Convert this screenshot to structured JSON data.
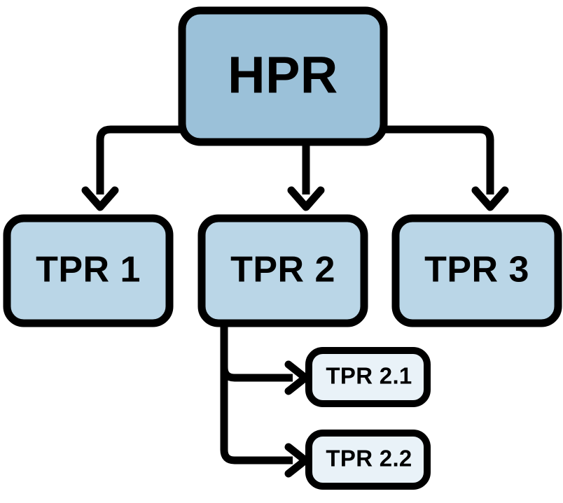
{
  "diagram": {
    "type": "hierarchy-tree",
    "orientation": "top-down",
    "background_color": "#ffffff",
    "stroke_color": "#000000",
    "colors": {
      "root_fill": "#9bc1d9",
      "tier1_fill": "#bad6e7",
      "tier2_fill": "#e9f2f8",
      "border": "#000000"
    },
    "nodes": {
      "root": {
        "id": "hpr",
        "label": "HPR",
        "fill": "#9bc1d9",
        "level": 0
      },
      "tier1": [
        {
          "id": "tpr-1",
          "label": "TPR 1",
          "fill": "#bad6e7",
          "level": 1
        },
        {
          "id": "tpr-2",
          "label": "TPR 2",
          "fill": "#bad6e7",
          "level": 1
        },
        {
          "id": "tpr-3",
          "label": "TPR 3",
          "fill": "#bad6e7",
          "level": 1
        }
      ],
      "tier2": [
        {
          "id": "tpr-2-1",
          "label": "TPR 2.1",
          "fill": "#e9f2f8",
          "level": 2,
          "parent": "tpr-2"
        },
        {
          "id": "tpr-2-2",
          "label": "TPR 2.2",
          "fill": "#e9f2f8",
          "level": 2,
          "parent": "tpr-2"
        }
      ]
    },
    "edges": [
      {
        "from": "hpr",
        "to": "tpr-1",
        "style": "orthogonal-elbow",
        "arrow": "down"
      },
      {
        "from": "hpr",
        "to": "tpr-2",
        "style": "straight",
        "arrow": "down"
      },
      {
        "from": "hpr",
        "to": "tpr-3",
        "style": "orthogonal-elbow",
        "arrow": "down"
      },
      {
        "from": "tpr-2",
        "to": "tpr-2-1",
        "style": "orthogonal-elbow",
        "arrow": "right"
      },
      {
        "from": "tpr-2",
        "to": "tpr-2-2",
        "style": "orthogonal-elbow",
        "arrow": "right"
      }
    ]
  }
}
